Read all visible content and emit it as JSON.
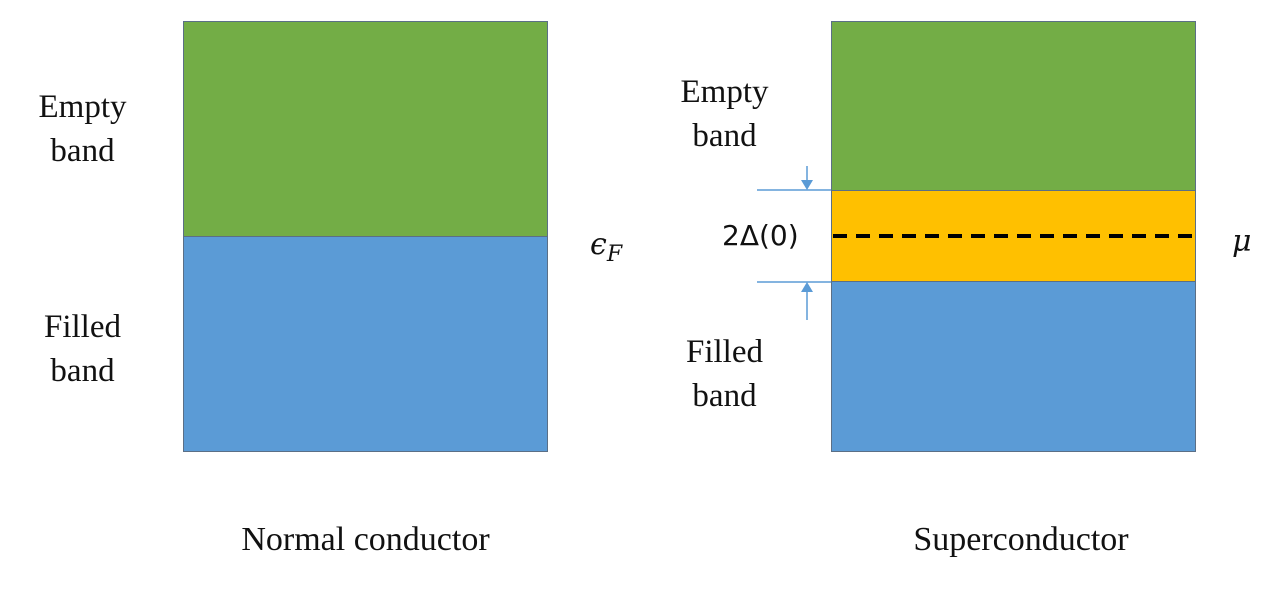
{
  "colors": {
    "empty_band": "#73ad46",
    "filled_band": "#5b9bd6",
    "gap": "#ffc000",
    "arrow": "#5b9bd6",
    "dashed_line": "#000000"
  },
  "normal_conductor": {
    "empty_label_line1": "Empty",
    "empty_label_line2": "band",
    "filled_label_line1": "Filled",
    "filled_label_line2": "band",
    "fermi_symbol": "ϵ",
    "fermi_subscript": "F",
    "caption": "Normal conductor"
  },
  "superconductor": {
    "empty_label_line1": "Empty",
    "empty_label_line2": "band",
    "filled_label_line1": "Filled",
    "filled_label_line2": "band",
    "gap_label": "2Δ(0)",
    "chemical_potential_symbol": "μ",
    "caption": "Superconductor"
  }
}
